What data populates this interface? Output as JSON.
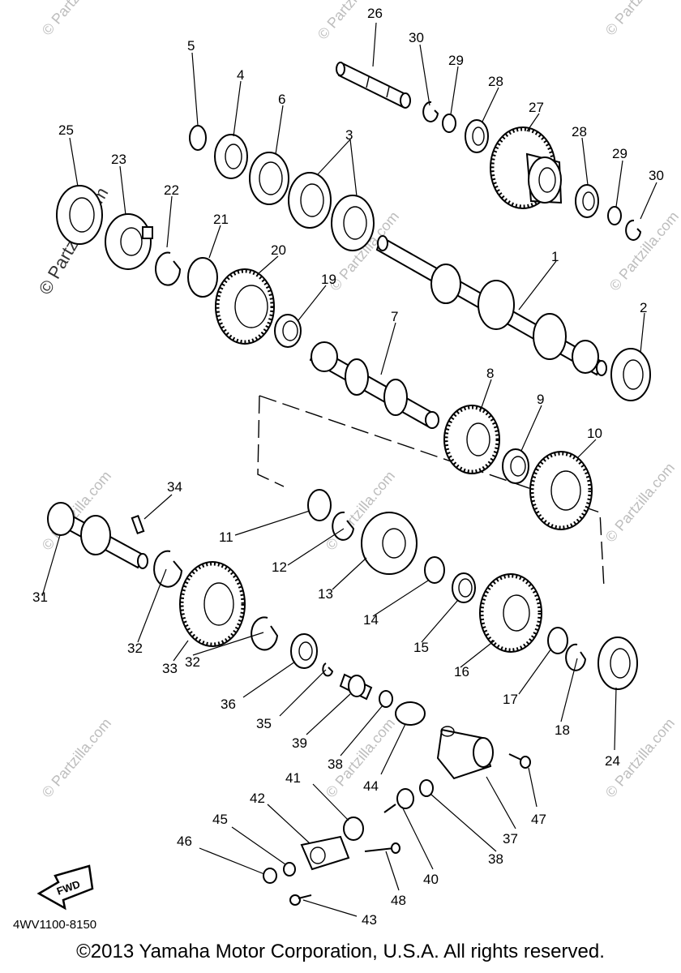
{
  "watermark_text": "© Partzilla.com",
  "diagram_code": "4WV1100-8150",
  "fwd_label": "FWD",
  "copyright": "©2013  Yamaha Motor Corporation, U.S.A. All rights reserved.",
  "callouts": [
    "1",
    "2",
    "3",
    "4",
    "5",
    "6",
    "7",
    "8",
    "9",
    "10",
    "11",
    "12",
    "13",
    "14",
    "15",
    "16",
    "17",
    "18",
    "19",
    "20",
    "21",
    "22",
    "23",
    "24",
    "25",
    "26",
    "27",
    "28",
    "29",
    "30",
    "31",
    "32",
    "33",
    "34",
    "35",
    "36",
    "37",
    "38",
    "39",
    "40",
    "41",
    "42",
    "43",
    "44",
    "45",
    "46",
    "47",
    "48"
  ]
}
